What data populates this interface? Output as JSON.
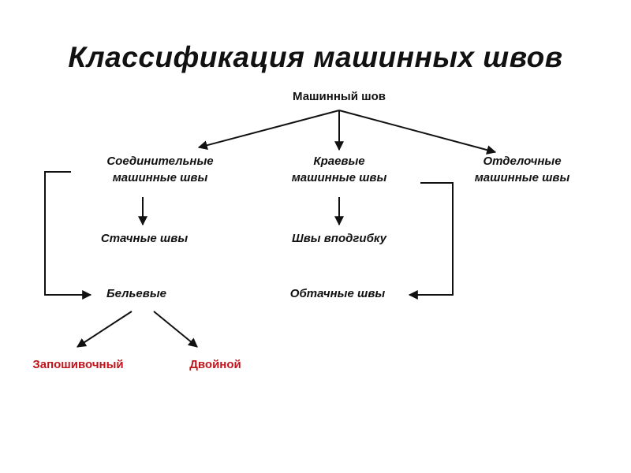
{
  "title": "Классификация машинных швов",
  "nodes": {
    "root": "Машинный шов",
    "connecting": [
      "Соединительные",
      "машинные швы"
    ],
    "edge": [
      "Краевые",
      "машинные швы"
    ],
    "finishing": [
      "Отделочные",
      "машинные швы"
    ],
    "stitched": "Стачные швы",
    "hemmed": "Швы вподгибку",
    "linen": "Бельевые",
    "facing": "Обтачные  швы",
    "seam_felled": "Запошивочный",
    "double": "Двойной"
  },
  "colors": {
    "text": "#111111",
    "accent": "#c0151c"
  }
}
